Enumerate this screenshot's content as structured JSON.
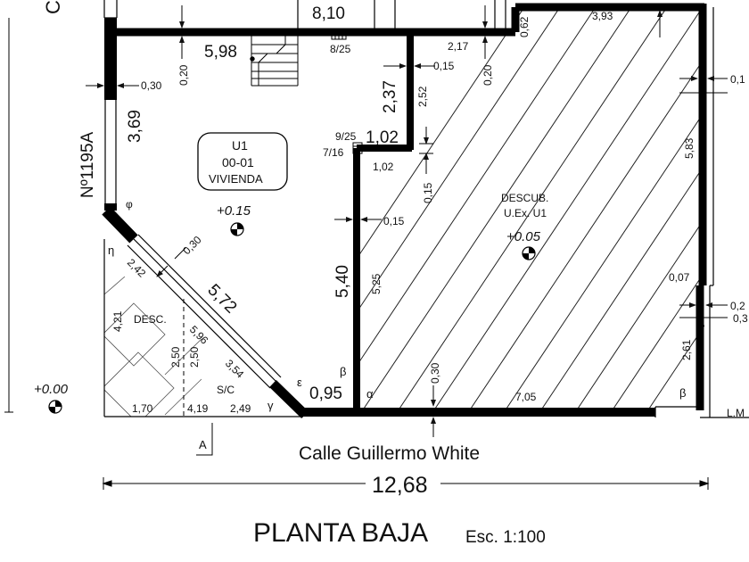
{
  "plan": {
    "title": "PLANTA BAJA",
    "scale": "Esc. 1:100",
    "street": "Calle Guillermo White",
    "total_width": "12,68",
    "address_number": "Nº1195A",
    "section_mark": "A",
    "property_line": "L.M",
    "top_left_char": "C"
  },
  "unit": {
    "line1": "U1",
    "line2": "00-01",
    "line3": "VIVIENDA",
    "elevation": "+0.15"
  },
  "descub": {
    "line1": "DESCUB.",
    "line2": "U.Ex. U1",
    "elevation": "+0.05"
  },
  "outside": {
    "elevation": "+0.00"
  },
  "small_areas": {
    "desc": "DESC.",
    "sc": "S/C"
  },
  "stairs": {
    "upper": "8/25",
    "lower_a": "9/25",
    "lower_b": "7/16"
  },
  "dims": {
    "d_810": "8,10",
    "d_598": "5,98",
    "d_369": "3,69",
    "d_237": "2,37",
    "d_102a": "1,02",
    "d_102b": "1,02",
    "d_540": "5,40",
    "d_572": "5,72",
    "d_095": "0,95",
    "d_393": "3,93",
    "d_583": "5,83",
    "d_525": "5,25",
    "d_252": "2,52",
    "d_217": "2,17",
    "d_062": "0,62",
    "d_020a": "0,20",
    "d_020b": "0,20",
    "d_015a": "0,15",
    "d_015b": "0,15",
    "d_015c": "0,15",
    "d_030a": "0,30",
    "d_030b": "0,30",
    "d_030c": "0,30",
    "d_242": "2,42",
    "d_421": "4,21",
    "d_596": "5,96",
    "d_354": "3,54",
    "d_250a": "2,50",
    "d_250b": "2,50",
    "d_170": "1,70",
    "d_419": "4,19",
    "d_249": "2,49",
    "d_705": "7,05",
    "d_261": "2,61",
    "d_007": "0,07",
    "d_right1": "0,1",
    "d_right2": "0,2",
    "d_right3": "0,3"
  },
  "angles": {
    "phi": "φ",
    "eta": "η",
    "epsilon": "ε",
    "gamma": "γ",
    "beta_left": "β",
    "alpha": "α",
    "beta_right": "β"
  }
}
